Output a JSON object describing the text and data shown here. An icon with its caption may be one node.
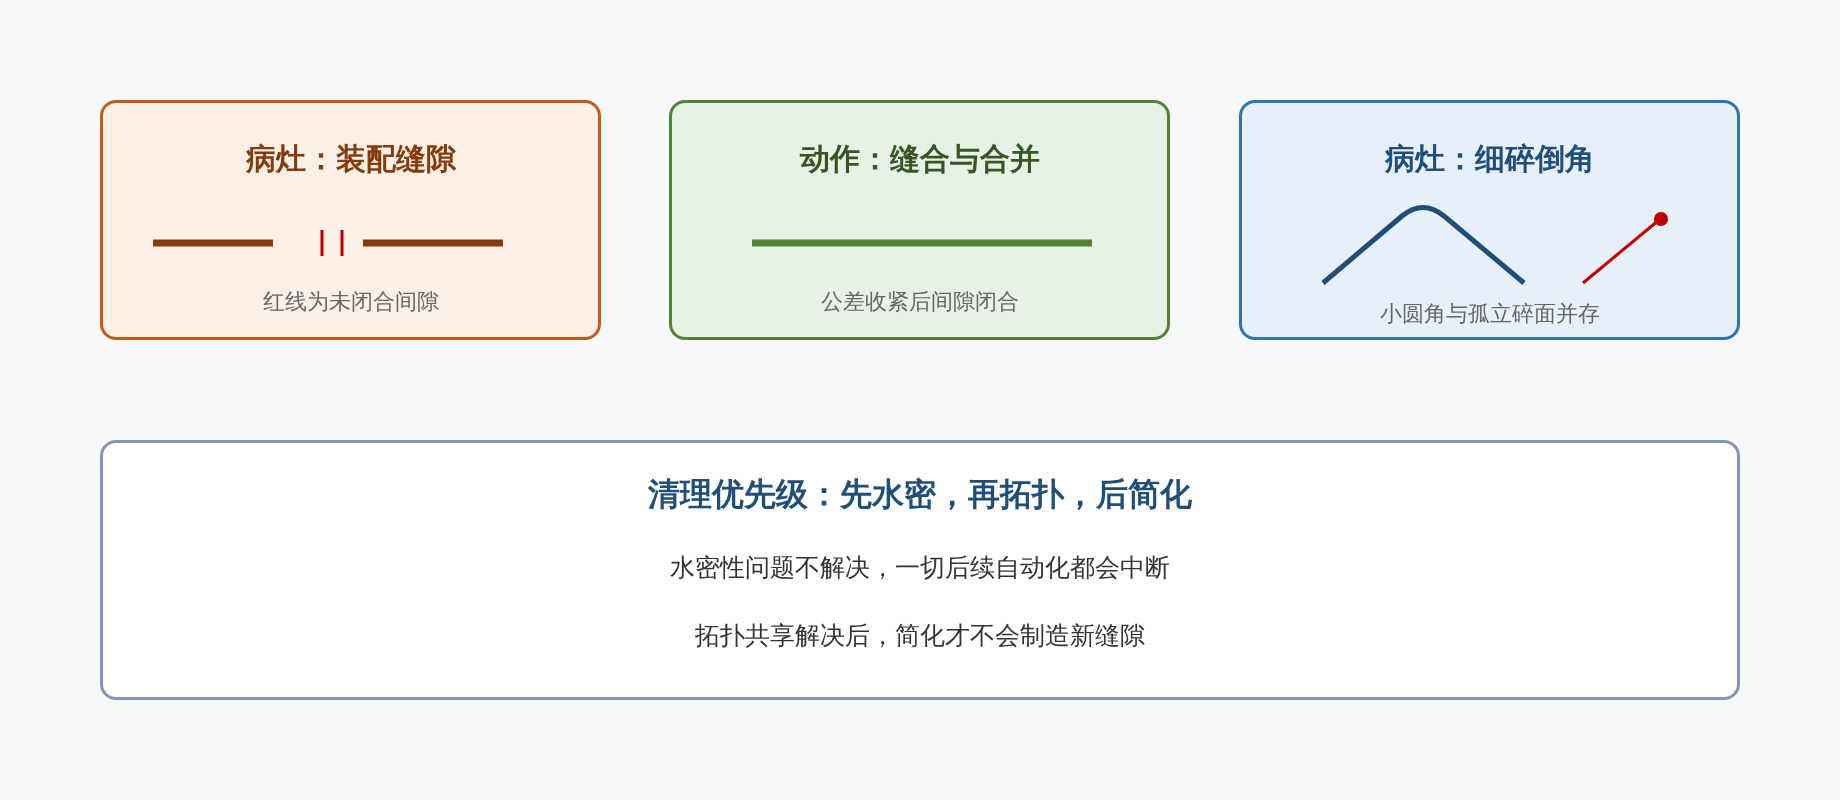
{
  "diagram": {
    "nodes": [
      {
        "text": [
          "病灶：装配缝隙",
          "红线为未闭合间隙"
        ]
      },
      {
        "text": [
          "动作：缝合与合并",
          "公差收紧后间隙闭合"
        ]
      },
      {
        "text": [
          "病灶：细碎倒角",
          "小圆角与孤立碎面并存"
        ]
      },
      {
        "text": [
          "清理优先级：先水密，再拓扑，后简化",
          "水密性问题不解决，一切后续自动化都会中断",
          "拓扑共享解决后，简化才不会制造新缝隙"
        ]
      }
    ]
  }
}
